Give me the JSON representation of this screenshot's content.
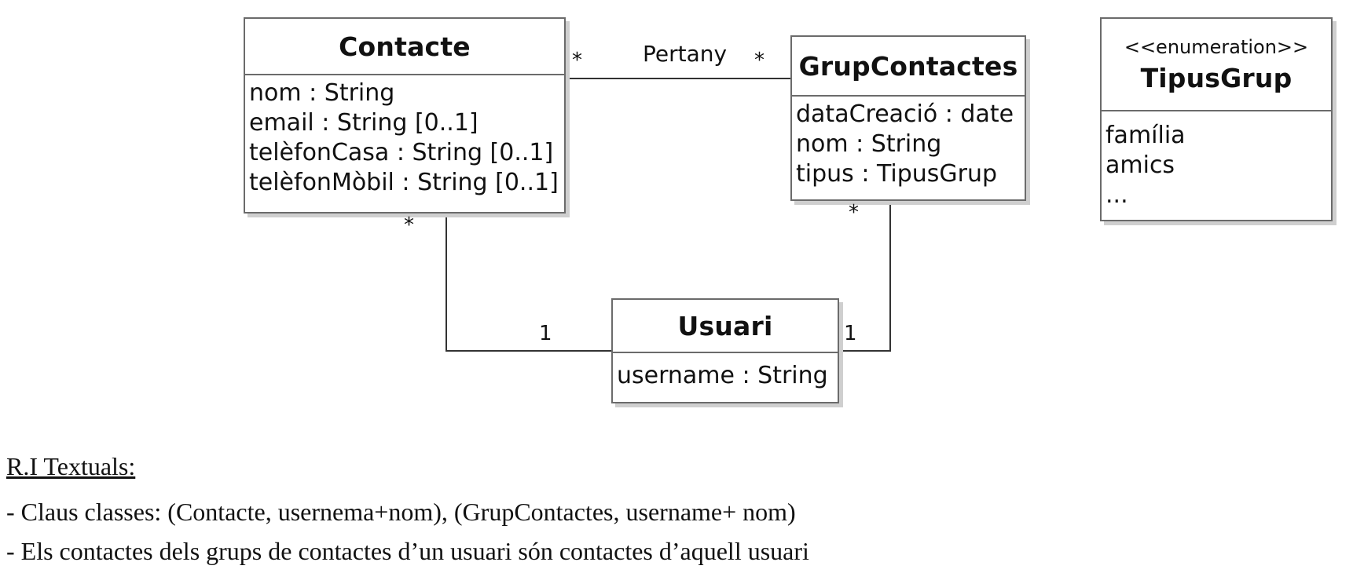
{
  "classes": {
    "contacte": {
      "name": "Contacte",
      "attributes": [
        "nom : String",
        "email : String [0..1]",
        "telèfonCasa : String [0..1]",
        "telèfonMòbil : String [0..1]"
      ]
    },
    "grupcontactes": {
      "name": "GrupContactes",
      "attributes": [
        "dataCreació : date",
        "nom : String",
        "tipus : TipusGrup"
      ]
    },
    "tipusgrup": {
      "stereotype": "<<enumeration>>",
      "name": "TipusGrup",
      "attributes": [
        "família",
        "amics",
        "..."
      ]
    },
    "usuari": {
      "name": "Usuari",
      "attributes": [
        "username : String"
      ]
    }
  },
  "associations": {
    "pertany": {
      "label": "Pertany",
      "mult_contacte": "*",
      "mult_grup": "*"
    },
    "contacte_usuari": {
      "mult_contacte": "*",
      "mult_usuari": "1"
    },
    "grup_usuari": {
      "mult_grup": "*",
      "mult_usuari": "1"
    }
  },
  "notes": {
    "heading": "R.I Textuals:",
    "items": [
      "- Claus classes: (Contacte, usernema+nom), (GrupContactes, username+ nom)",
      "- Els contactes dels grups de contactes d’un usuari són contactes d’aquell usuari"
    ]
  }
}
